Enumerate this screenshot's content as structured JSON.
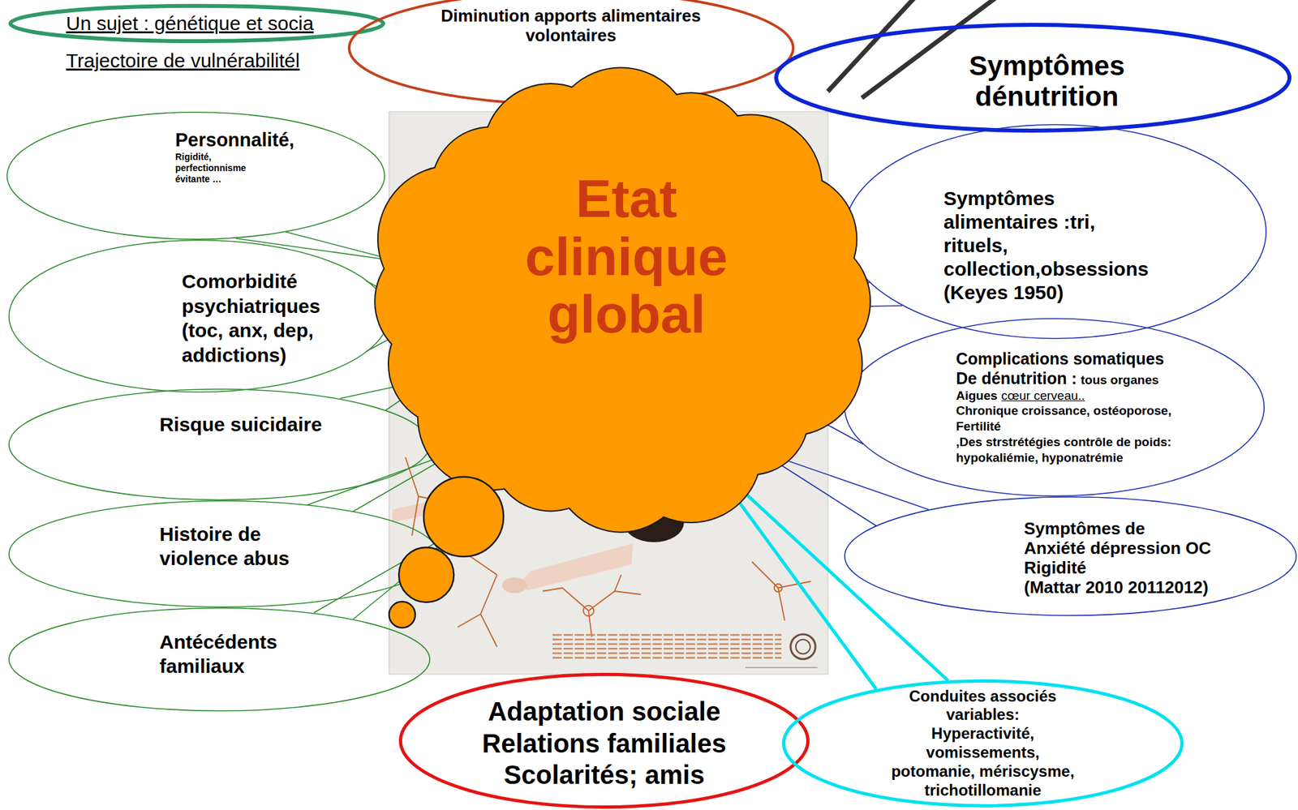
{
  "diagram": {
    "nodes": [
      {
        "text": [
          "Un sujet : génétique et socia"
        ]
      },
      {
        "text": [
          "Diminution apports alimentaires volontaires"
        ]
      },
      {
        "text": [
          "Symptômes dénutrition"
        ]
      },
      {
        "text": [
          "Etat clinique global"
        ]
      },
      {
        "text": [
          "Personnalité,",
          "Rigidité, perfectionnisme évitante …"
        ]
      },
      {
        "text": [
          "Comorbidité psychiatriques (toc, anx, dep, addictions)"
        ]
      },
      {
        "text": [
          "Risque suicidaire"
        ]
      },
      {
        "text": [
          "Histoire de violence abus"
        ]
      },
      {
        "text": [
          "Antécédents familiaux"
        ]
      },
      {
        "text": [
          "Symptômes alimentaires :tri, rituels, collection,obsessions (Keyes 1950)"
        ]
      },
      {
        "text": [
          "Complications somatiques",
          "De dénutrition :",
          "tous organes",
          "Aigues",
          "cœur cerveau..",
          "Chronique croissance, ostéoporose, Fertilité",
          ",Des strstrétégies contrôle de poids:",
          "hypokaliémie, hyponatrémie"
        ]
      },
      {
        "text": [
          "Symptômes de",
          "Anxiété dépression OC",
          "Rigidité",
          "(Mattar 2010 20112012)"
        ]
      },
      {
        "text": [
          "Adaptation sociale Relations familiales Scolarités; amis"
        ]
      },
      {
        "text": [
          "Conduites associés variables:",
          "Hyperactivité, vomissements, potomanie, mériscysme, trichotillomanie"
        ]
      }
    ],
    "labels": [
      "Trajectoire de vulnérabilitél"
    ]
  }
}
